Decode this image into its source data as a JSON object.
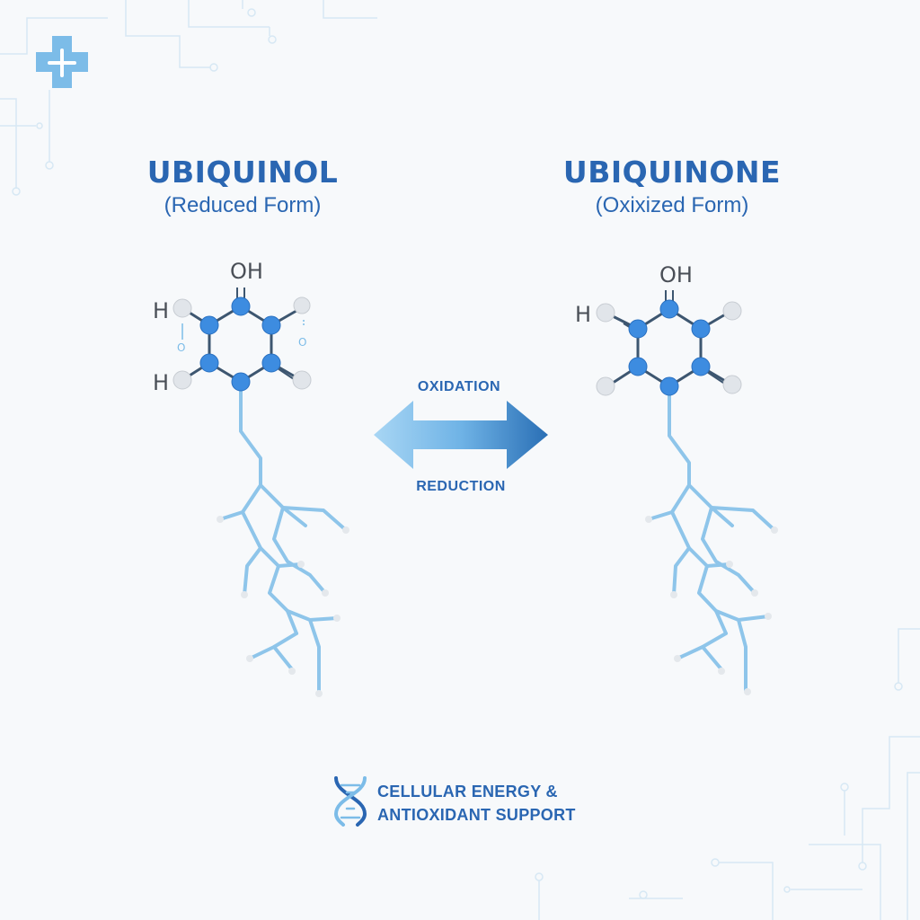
{
  "colors": {
    "background": "#f7f9fb",
    "primary": "#2a66b2",
    "atom_blue": "#3d8ce0",
    "chain": "#8ec5ea",
    "hydrogen": "#dfe3e8",
    "grid_lines": "#d7e8f4",
    "text_dark": "#4a4f57"
  },
  "corner_icon": "medical-cross-icon",
  "left": {
    "title": "UBIQUINOL",
    "subtitle": "(Reduced Form)",
    "labels": {
      "oh": "OH",
      "h_top": "H",
      "h_bottom": "H",
      "o_left": "O",
      "o_right": "O"
    }
  },
  "right": {
    "title": "UBIQUINONE",
    "subtitle": "(Oxixized Form)",
    "labels": {
      "oh": "OH",
      "h_left": "H"
    }
  },
  "arrow": {
    "top_label": "OXIDATION",
    "bottom_label": "REDUCTION"
  },
  "footer": {
    "icon": "dna-icon",
    "line1": "CELLULAR ENERGY &",
    "line2": "ANTIOXIDANT SUPPORT"
  }
}
